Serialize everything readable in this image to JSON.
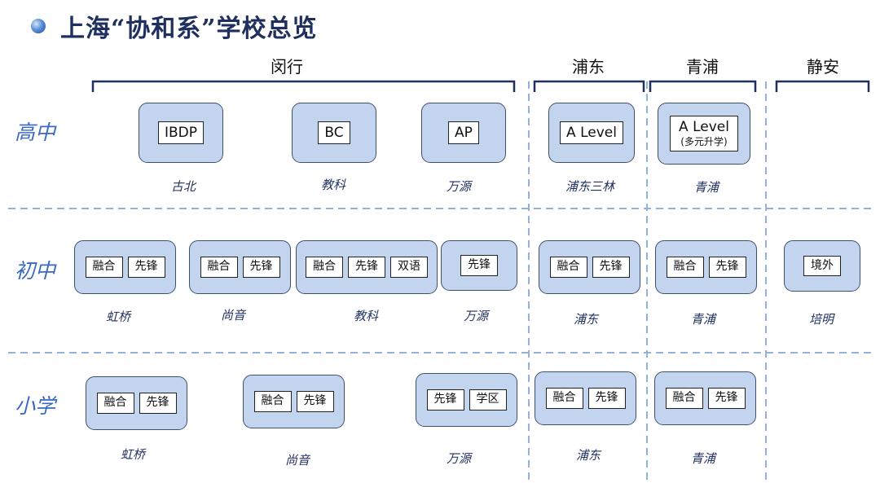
{
  "title": "上海“协和系”学校总览",
  "regions": [
    "闵行",
    "浦东",
    "青浦",
    "静安"
  ],
  "levels": [
    "高中",
    "初中",
    "小学"
  ],
  "schools": {
    "high": [
      {
        "tags": [
          "IBDP"
        ],
        "name": "古北"
      },
      {
        "tags": [
          "BC"
        ],
        "name": "教科"
      },
      {
        "tags": [
          "AP"
        ],
        "name": "万源"
      },
      {
        "tags": [
          "A Level"
        ],
        "name": "浦东三林"
      },
      {
        "tags": [
          "A Level"
        ],
        "sub": "(多元升学)",
        "name": "青浦"
      }
    ],
    "middle": [
      {
        "tags": [
          "融合",
          "先锋"
        ],
        "name": "虹桥"
      },
      {
        "tags": [
          "融合",
          "先锋"
        ],
        "name": "尚音"
      },
      {
        "tags": [
          "融合",
          "先锋",
          "双语"
        ],
        "name": "教科"
      },
      {
        "tags": [
          "先锋"
        ],
        "name": "万源"
      },
      {
        "tags": [
          "融合",
          "先锋"
        ],
        "name": "浦东"
      },
      {
        "tags": [
          "融合",
          "先锋"
        ],
        "name": "青浦"
      },
      {
        "tags": [
          "境外"
        ],
        "name": "培明"
      }
    ],
    "primary": [
      {
        "tags": [
          "融合",
          "先锋"
        ],
        "name": "虹桥"
      },
      {
        "tags": [
          "融合",
          "先锋"
        ],
        "name": "尚音"
      },
      {
        "tags": [
          "先锋",
          "学区"
        ],
        "name": "万源"
      },
      {
        "tags": [
          "融合",
          "先锋"
        ],
        "name": "浦东"
      },
      {
        "tags": [
          "融合",
          "先锋"
        ],
        "name": "青浦"
      }
    ]
  }
}
